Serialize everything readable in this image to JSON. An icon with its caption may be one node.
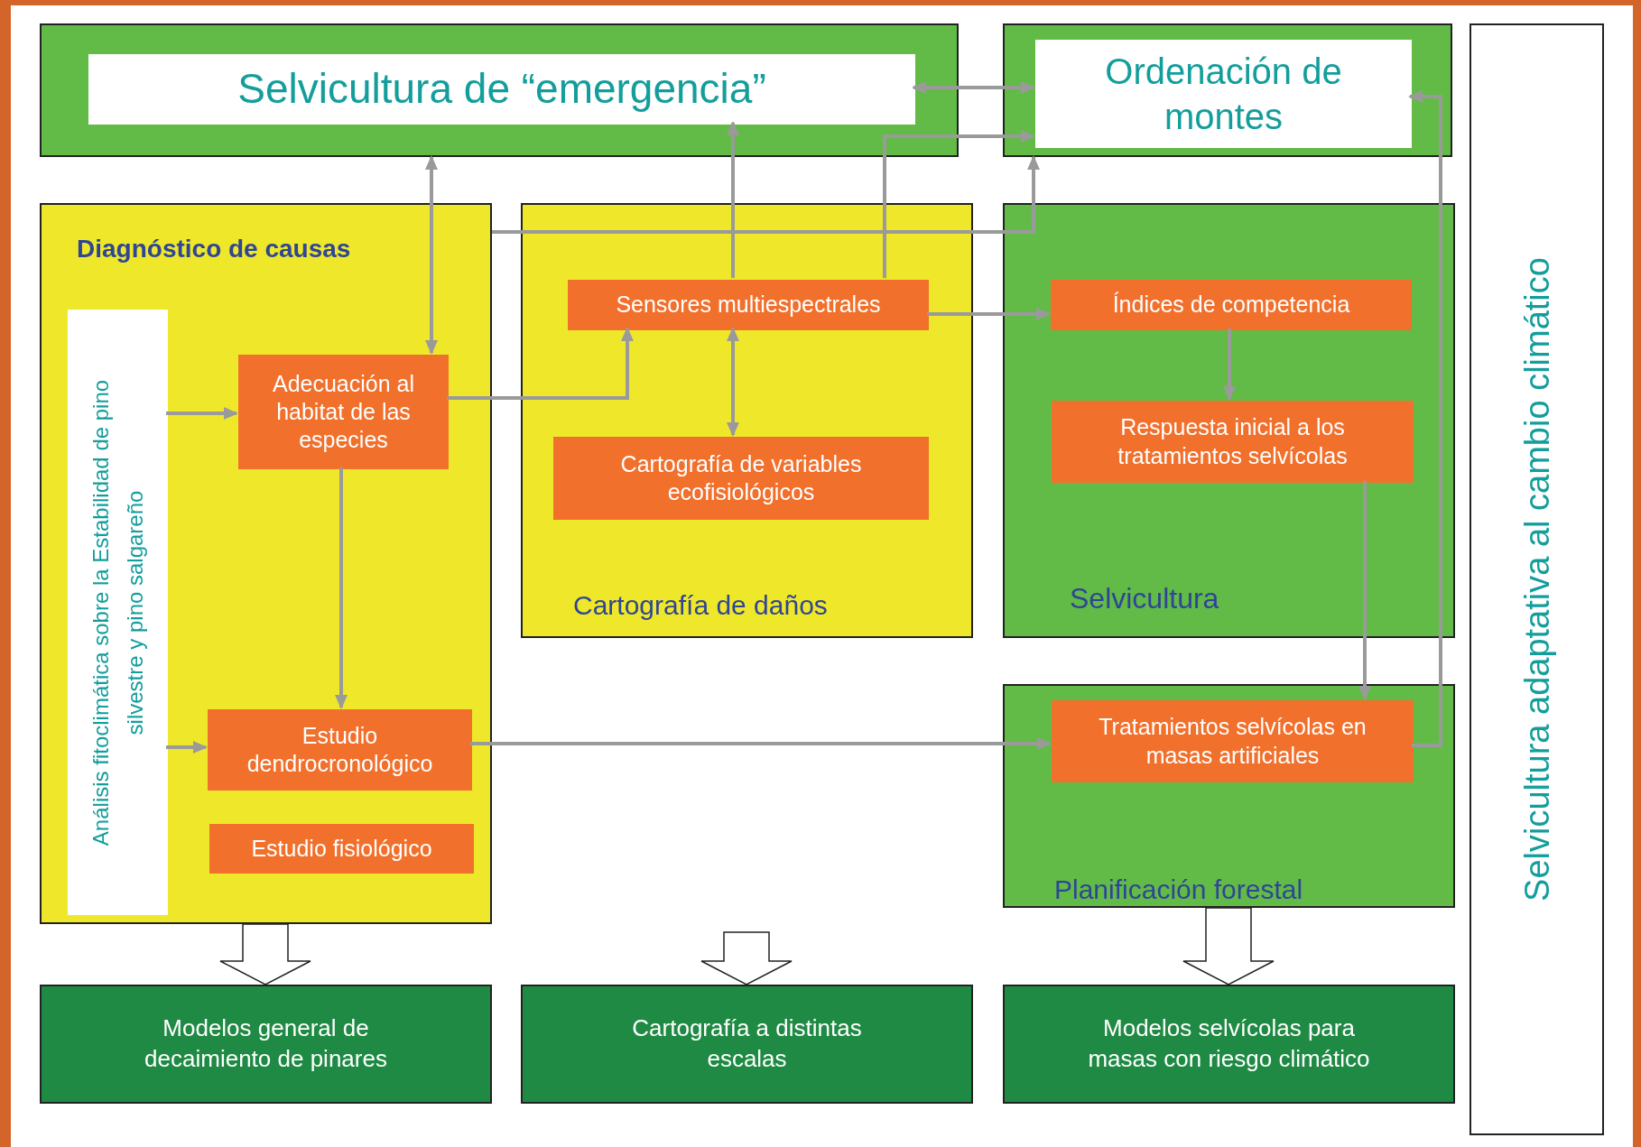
{
  "diagram": {
    "nodes": [
      {
        "text": [],
        "shape": "box"
      },
      {
        "text": [
          "Selvicultura de “emergencia”"
        ],
        "in": 0
      },
      {
        "text": [],
        "shape": "box"
      },
      {
        "text": [
          "Ordenación de montes"
        ],
        "in": 2
      },
      {
        "text": [
          "Selvicultura adaptativa al cambio climático"
        ]
      },
      {
        "text": [
          "Diagnóstico de causas"
        ]
      },
      {
        "text": [
          "Análisis  fitoclimática sobre la Estabilidad de pino silvestre y pino salgareño"
        ],
        "in": 5
      },
      {
        "text": [
          "Adecuación al habitat de las especies"
        ],
        "in": 5
      },
      {
        "text": [
          "Estudio dendrocronológico"
        ],
        "in": 5
      },
      {
        "text": [
          "Estudio fisiológico"
        ],
        "in": 5
      },
      {
        "text": [
          "Cartografía de daños"
        ]
      },
      {
        "text": [
          "Sensores multiespectrales"
        ],
        "in": 10
      },
      {
        "text": [
          "Cartografía de variables ecofisiológicos"
        ],
        "in": 10
      },
      {
        "text": [
          "Selvicultura"
        ]
      },
      {
        "text": [
          "Índices de competencia"
        ],
        "in": 13
      },
      {
        "text": [
          "Respuesta inicial a los tratamientos selvícolas"
        ],
        "in": 13
      },
      {
        "text": [
          "Planificación forestal"
        ]
      },
      {
        "text": [
          "Tratamientos selvícolas en masas artificiales"
        ],
        "in": 16
      },
      {
        "text": [
          "Modelos general de decaimiento de pinares"
        ]
      },
      {
        "text": [
          "Cartografía a distintas escalas"
        ]
      },
      {
        "text": [
          "Modelos selvícolas para masas con riesgo climático"
        ]
      }
    ],
    "edges": [
      {
        "from": 1,
        "to": 3,
        "arrow": "both"
      },
      {
        "from": 0,
        "to": 7,
        "arrow": "both"
      },
      {
        "from": 5,
        "to": 2,
        "arrow": "to"
      },
      {
        "from": 11,
        "to": 1,
        "arrow": "to"
      },
      {
        "from": 11,
        "to": 3,
        "arrow": "to"
      },
      {
        "from": 11,
        "to": 14,
        "arrow": "to"
      },
      {
        "from": 7,
        "to": 11,
        "arrow": "to"
      },
      {
        "from": 11,
        "to": 12,
        "arrow": "both"
      },
      {
        "from": 14,
        "to": 15,
        "arrow": "to"
      },
      {
        "from": 15,
        "to": 17,
        "arrow": "to"
      },
      {
        "from": 6,
        "to": 7,
        "arrow": "to"
      },
      {
        "from": 6,
        "to": 8,
        "arrow": "to"
      },
      {
        "from": 7,
        "to": 8,
        "arrow": "to"
      },
      {
        "from": 8,
        "to": 17,
        "arrow": "to"
      },
      {
        "from": 17,
        "to": 3,
        "arrow": "to"
      },
      {
        "from": 5,
        "to": 18,
        "arrow": "to",
        "style": "thick"
      },
      {
        "from": null,
        "to": 19,
        "arrow": "to",
        "style": "thick"
      },
      {
        "from": 16,
        "to": 20,
        "arrow": "to",
        "style": "thick"
      }
    ]
  }
}
